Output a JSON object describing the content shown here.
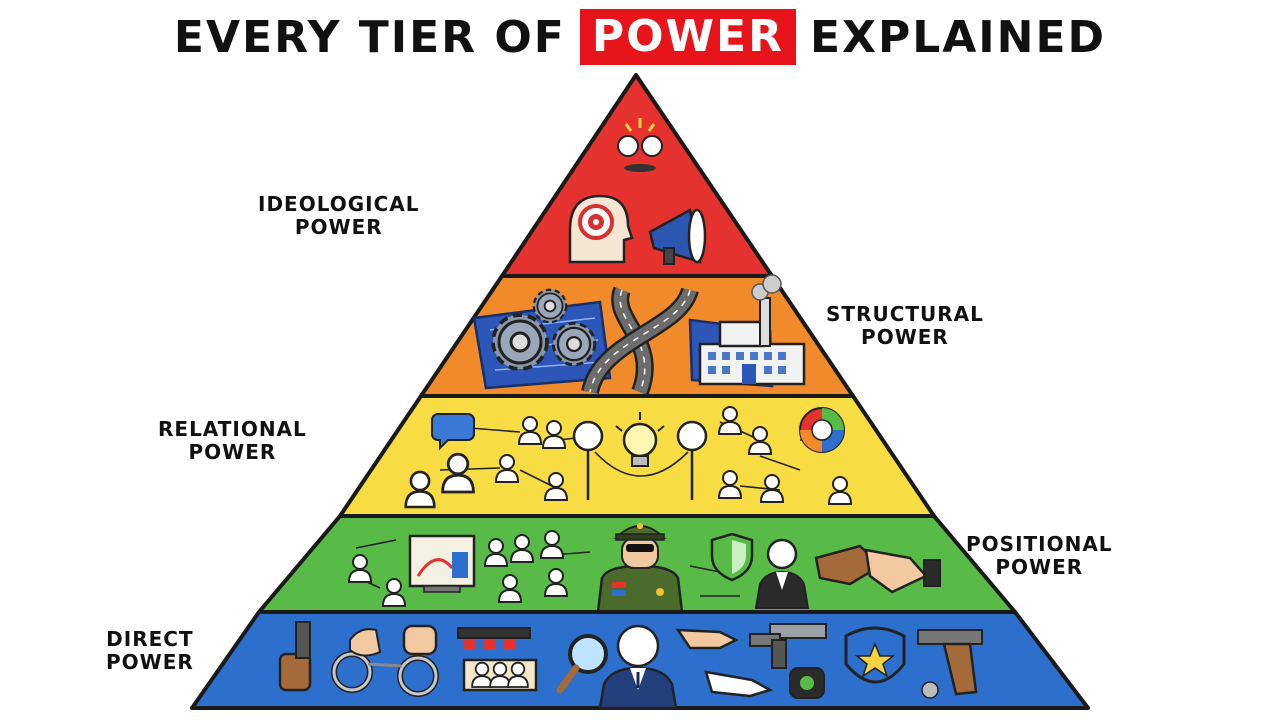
{
  "title": {
    "part1": "EVERY TIER OF",
    "highlight": "POWER",
    "part2": "EXPLAINED"
  },
  "colors": {
    "title_highlight": "#e8141c",
    "tier_ideological": "#e5322f",
    "tier_structural": "#f08a2a",
    "tier_relational": "#f7dc43",
    "tier_positional": "#58bb47",
    "tier_direct": "#2d6fcc"
  },
  "tiers": [
    {
      "key": "ideological",
      "line1": "IDEOLOGICAL",
      "line2": "POWER"
    },
    {
      "key": "structural",
      "line1": "STRUCTURAL",
      "line2": "POWER"
    },
    {
      "key": "relational",
      "line1": "RELATIONAL",
      "line2": "POWER"
    },
    {
      "key": "positional",
      "line1": "POSITIONAL",
      "line2": "POWER"
    },
    {
      "key": "direct",
      "line1": "DIRECT",
      "line2": "POWER"
    }
  ],
  "icons": {
    "ideological": [
      "lightbulb-icon",
      "head-target-icon",
      "megaphone-icon"
    ],
    "structural": [
      "gears-icon",
      "blueprint-icon",
      "roads-icon",
      "factory-icon"
    ],
    "relational": [
      "speech-bubble-icon",
      "people-network-icon",
      "lightbulb-icon",
      "pie-chart-icon"
    ],
    "positional": [
      "chart-screen-icon",
      "people-group-icon",
      "officer-icon",
      "shield-icon",
      "executive-icon",
      "handshake-icon"
    ],
    "direct": [
      "handcuffs-icon",
      "fist-icon",
      "jury-box-icon",
      "magnifier-icon",
      "official-icon",
      "pointing-hand-icon",
      "taser-icon",
      "police-badge-icon",
      "pistol-icon"
    ]
  }
}
